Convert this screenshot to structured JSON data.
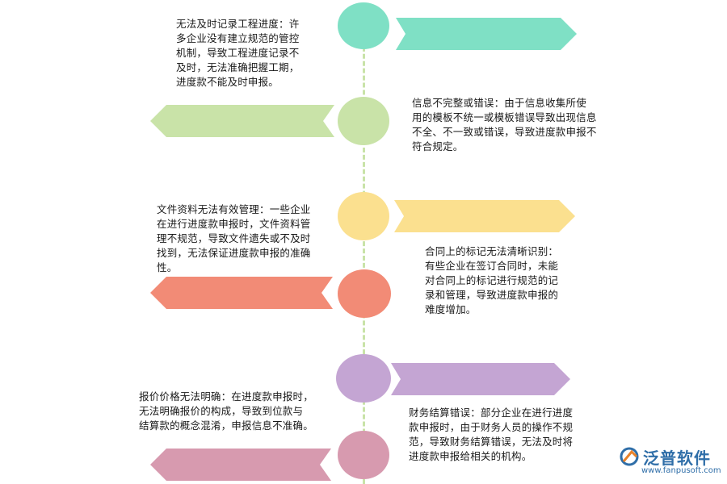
{
  "items": [
    {
      "text": "无法及时记录工程进度：许\n多企业没有建立规范的管控\n机制，导致工程进度记录不\n及时，无法准确把握工期，\n进度款不能及时申报。",
      "color": "#7fe0c5"
    },
    {
      "text": "信息不完整或错误：由于信息收集所使\n用的模板不统一或模板错误导致出现信息\n不全、不一致或错误，导致进度款申报不\n符合规定。",
      "color": "#c9e3a8"
    },
    {
      "text": "文件资料无法有效管理：一些企业\n在进行进度款申报时，文件资料管\n理不规范，导致文件遗失或不及时\n找到，无法保证进度款申报的准确\n性。",
      "color": "#fbe08f"
    },
    {
      "text": "合同上的标记无法清晰识别：\n有些企业在签订合同时，未能\n对合同上的标记进行规范的记\n录和管理，导致进度款申报的\n难度增加。",
      "color": "#f28b76"
    },
    {
      "text": "报价价格无法明确：在进度款申报时，\n无法明确报价的构成，导致到位款与\n结算款的概念混淆，申报信息不准确。",
      "color": "#c4a5d3"
    },
    {
      "text": "财务结算错误：部分企业在进行进度\n款申报时，由于财务人员的操作不规\n范，导致财务结算错误，无法及时将\n进度款申报给相关的机构。",
      "color": "#d79aaf"
    }
  ],
  "spine_color": "#c9e3a8",
  "logo": {
    "name": "泛普软件",
    "url": "www.fanpusoft.com",
    "color": "#2f6ea8",
    "icon": "fanpu-logo-icon"
  }
}
